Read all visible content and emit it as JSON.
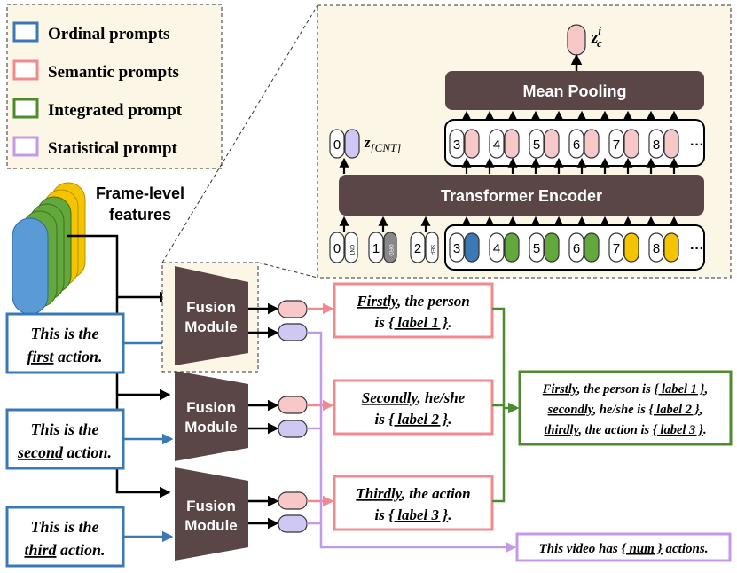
{
  "legend": {
    "items": [
      {
        "label": "Ordinal prompts",
        "color": "#3b78b6"
      },
      {
        "label": "Semantic prompts",
        "color": "#f08a8e"
      },
      {
        "label": "Integrated prompt",
        "color": "#4e8a2e"
      },
      {
        "label": "Statistical prompt",
        "color": "#c49ae8"
      }
    ]
  },
  "features": {
    "line1": "Frame-level",
    "line2": "features"
  },
  "ordinal_prompts": [
    {
      "line1": "This is the",
      "ordinal": "first",
      "rest": " action."
    },
    {
      "line1": "This is the",
      "ordinal": "second",
      "rest": " action."
    },
    {
      "line1": "This is the",
      "ordinal": "third",
      "rest": " action."
    }
  ],
  "fusion": {
    "line1": "Fusion",
    "line2": "Module"
  },
  "semantic_prompts": [
    {
      "adv": "Firstly",
      "line1_rest": ", the person",
      "line2_pre": "is ",
      "label": "{ label 1 }",
      "line2_post": "."
    },
    {
      "adv": "Secondly",
      "line1_rest": ", he/she",
      "line2_pre": "is ",
      "label": "{ label 2 }",
      "line2_post": "."
    },
    {
      "adv": "Thirdly",
      "line1_rest": ", the action",
      "line2_pre": "is ",
      "label": "{ label 3 }",
      "line2_post": "."
    }
  ],
  "integrated_prompt": {
    "lines": [
      {
        "adv": "Firstly",
        "mid": ", the person is ",
        "label": "{ label 1 }",
        "end": ","
      },
      {
        "adv": "secondly",
        "mid": ", he/she is ",
        "label": "{ label 2 }",
        "end": ","
      },
      {
        "adv": "thirdly",
        "mid": ", the action is ",
        "label": "{ label 3 }",
        "end": "."
      }
    ]
  },
  "statistical_prompt": {
    "pre": "This video has ",
    "num": "{ num }",
    "post": " actions."
  },
  "zoom": {
    "output_label": "z",
    "output_sup": "i",
    "output_sub": "c",
    "mean_pooling": "Mean Pooling",
    "encoder": "Transformer Encoder",
    "cnt_label": "z",
    "cnt_sub": "[CNT]",
    "special_tokens": [
      {
        "index": "0",
        "tag": "CNT"
      },
      {
        "index": "1",
        "tag": "ORD"
      },
      {
        "index": "2",
        "tag": "SEP"
      }
    ],
    "top_cnt_index": "0",
    "seq_indices": [
      "3",
      "4",
      "5",
      "6",
      "7",
      "8"
    ],
    "ellipsis": "···",
    "colors": {
      "ord": "#3b78b6",
      "sem": "#63a83c",
      "stat": "#f5c400",
      "pink": "#f8c8c8",
      "lavender": "#cfc8f5",
      "gray": "#888888"
    }
  }
}
